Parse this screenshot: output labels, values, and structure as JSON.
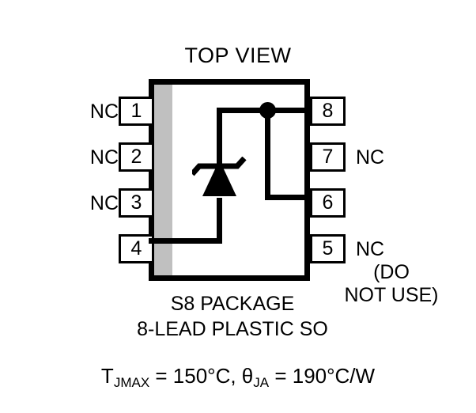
{
  "title": "TOP VIEW",
  "package": {
    "marker_stripe_color": "#c0c0c0",
    "outline_color": "#000000",
    "caption_line1": "S8 PACKAGE",
    "caption_line2": "8-LEAD PLASTIC SO"
  },
  "pins": {
    "left": [
      {
        "number": "1",
        "label": "NC"
      },
      {
        "number": "2",
        "label": "NC"
      },
      {
        "number": "3",
        "label": "NC"
      },
      {
        "number": "4",
        "label": ""
      }
    ],
    "right": [
      {
        "number": "8",
        "label": ""
      },
      {
        "number": "7",
        "label": "NC"
      },
      {
        "number": "6",
        "label": ""
      },
      {
        "number": "5",
        "label": "NC"
      }
    ]
  },
  "pin5_note": {
    "line1": "(DO",
    "line2": "NOT USE)"
  },
  "thermal": {
    "tj_symbol": "T",
    "tj_sub": "JMAX",
    "tj_value": " = 150°C, ",
    "theta_symbol": "θ",
    "theta_sub": "JA",
    "theta_value": " = 190°C/W"
  },
  "schematic": {
    "component": "zener-diode",
    "junction": "dot"
  }
}
